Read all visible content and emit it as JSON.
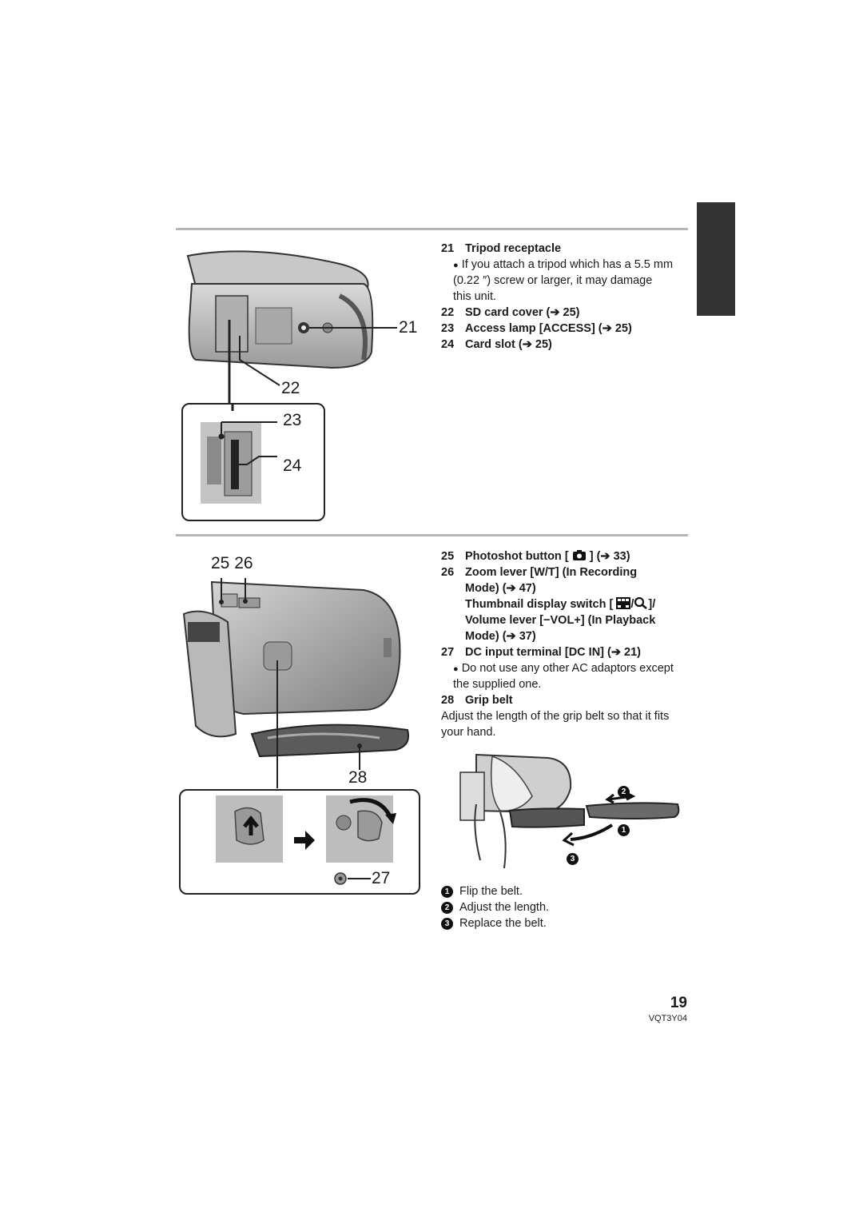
{
  "section1": {
    "item21": {
      "num": "21",
      "title": "Tripod receptacle",
      "bullet": "If you attach a tripod which has a 5.5 mm",
      "bullet_cont1": "(0.22 ″) screw or larger, it may damage",
      "bullet_cont2": "this unit."
    },
    "item22": {
      "num": "22",
      "text": "SD card cover (➔ 25)"
    },
    "item23": {
      "num": "23",
      "text": "Access lamp [ACCESS] (➔ 25)"
    },
    "item24": {
      "num": "24",
      "text": "Card slot (➔ 25)"
    }
  },
  "section2": {
    "item25": {
      "num": "25",
      "text_before": "Photoshot button [",
      "text_after": "] (➔ 33)"
    },
    "item26": {
      "num": "26",
      "line1": "Zoom lever [W/T] (In Recording",
      "line2": "Mode) (➔ 47)",
      "line3_before": "Thumbnail display switch [",
      "line3_after": "]/",
      "line4": "Volume lever [−VOL+] (In Playback",
      "line5": "Mode) (➔ 37)"
    },
    "item27": {
      "num": "27",
      "text": "DC input terminal [DC IN] (➔ 21)",
      "bullet": "Do not use any other AC adaptors except",
      "bullet_cont": "the supplied one."
    },
    "item28": {
      "num": "28",
      "title": "Grip belt",
      "desc1": "Adjust the length of the grip belt so that it fits",
      "desc2": "your hand."
    },
    "steps": [
      {
        "marker": "1",
        "text": "Flip the belt."
      },
      {
        "marker": "2",
        "text": "Adjust the length."
      },
      {
        "marker": "3",
        "text": "Replace the belt."
      }
    ]
  },
  "callouts": {
    "c21": "21",
    "c22": "22",
    "c23": "23",
    "c24": "24",
    "c25_26": "25 26",
    "c27": "27",
    "c28": "28",
    "m1": "1",
    "m2": "2",
    "m3": "3"
  },
  "bullet_symbol": "●",
  "footer": {
    "page_number": "19",
    "code": "VQT3Y04"
  }
}
